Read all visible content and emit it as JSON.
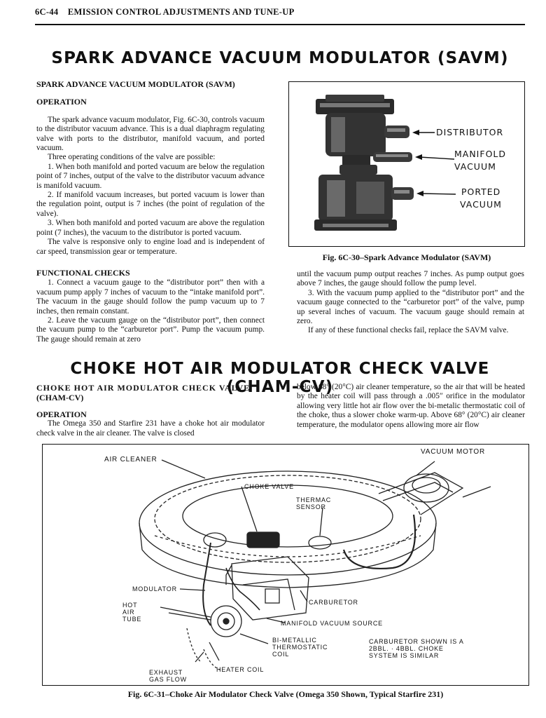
{
  "header": {
    "page_number": "6C-44",
    "section": "EMISSION CONTROL ADJUSTMENTS AND TUNE-UP"
  },
  "savm": {
    "title": "SPARK ADVANCE VACUUM MODULATOR (SAVM)",
    "subtitle": "SPARK ADVANCE VACUUM MODULATOR (SAVM)",
    "operation_heading": "OPERATION",
    "operation_p1": "The spark advance vacuum modulator, Fig. 6C-30, controls vacuum to the distributor vacuum advance. This is a dual diaphragm regulating valve with ports to the distributor, manifold vacuum, and ported vacuum.",
    "operation_p2": "Three operating conditions of the valve are possible:",
    "operation_p3": "1. When both manifold and ported vacuum are below the regulation point of 7 inches, output of the valve to the distributor vacuum advance is manifold vacuum.",
    "operation_p4": "2. If manifold vacuum increases, but ported vacuum is lower than the regulation point, output is 7 inches (the point of regulation of the valve).",
    "operation_p5": "3. When both manifold and ported vacuum are above the regulation point (7 inches), the vacuum to the distributor is ported vacuum.",
    "operation_p6": "The valve is responsive only to engine load and is independent of car speed, transmission gear or temperature.",
    "checks_heading": "FUNCTIONAL CHECKS",
    "checks_p1": "1. Connect a vacuum gauge to the “distributor port” then with a vacuum pump apply 7 inches of vacuum to the “intake manifold port”. The vacuum in the gauge should follow the pump vacuum up to 7 inches, then remain constant.",
    "checks_p2": "2. Leave the vacuum gauge on the “distributor port”, then connect the vacuum pump to the “carburetor port”. Pump the vacuum pump. The gauge should remain at zero",
    "checks_p3": "until the vacuum pump output reaches 7 inches. As pump output goes above 7 inches, the gauge should follow the pump level.",
    "checks_p4": "3. With the vacuum pump applied to the “distributor port” and the vacuum gauge connected to the “carburetor port” of the valve, pump up several inches of vacuum. The vacuum gauge should remain at zero.",
    "checks_p5": "If any of these functional checks fail, replace the SAVM valve.",
    "figure": {
      "label_distributor": "DISTRIBUTOR",
      "label_manifold_1": "MANIFOLD",
      "label_manifold_2": "VACUUM",
      "label_ported_1": "PORTED",
      "label_ported_2": "VACUUM",
      "caption": "Fig. 6C-30–Spark Advance Modulator (SAVM)"
    }
  },
  "cham": {
    "title": "CHOKE HOT AIR MODULATOR CHECK VALVE (CHAM-CV)",
    "subtitle_1": "CHOKE HOT AIR MODULATOR CHECK VALVE",
    "subtitle_2": "(CHAM-CV)",
    "operation_heading": "OPERATION",
    "operation_p1": "The Omega 350 and Starfire 231 have a choke hot air modulator check valve in the air cleaner. The valve is closed",
    "operation_p2": "below 68° (20°C) air cleaner temperature, so the air that will be heated by the heater coil will pass through a .005″ orifice in the modulator allowing very little hot air flow over the bi-metalic thermostatic coil of the choke, thus a slower choke warm-up. Above 68° (20°C) air cleaner temperature, the modulator opens allowing more air flow",
    "figure": {
      "label_vacuum_motor": "VACUUM MOTOR",
      "label_air_cleaner": "AIR CLEANER",
      "label_choke_valve": "CHOKE VALVE",
      "label_thermac_1": "THERMAC",
      "label_thermac_2": "SENSOR",
      "label_modulator": "MODULATOR",
      "label_hot": "HOT",
      "label_air": "AIR",
      "label_tube": "TUBE",
      "label_carburetor": "CARBURETOR",
      "label_manifold_source": "MANIFOLD VACUUM SOURCE",
      "label_bimetallic_1": "BI-METALLIC",
      "label_bimetallic_2": "THERMOSTATIC",
      "label_bimetallic_3": "COIL",
      "label_carb_shown_1": "CARBURETOR SHOWN IS A",
      "label_carb_shown_2": "2BBL. · 4BBL. CHOKE",
      "label_carb_shown_3": "SYSTEM IS SIMILAR",
      "label_exhaust_1": "EXHAUST",
      "label_exhaust_2": "GAS FLOW",
      "label_heater_coil": "HEATER COIL",
      "caption": "Fig. 6C-31–Choke Air Modulator Check Valve (Omega 350 Shown, Typical Starfire 231)"
    }
  }
}
